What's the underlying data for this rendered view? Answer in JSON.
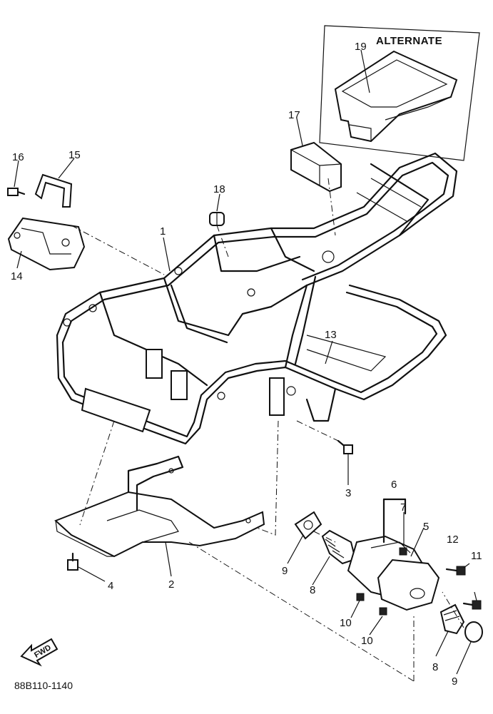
{
  "diagram": {
    "alternate_label": "ALTERNATE",
    "part_code": "88B110-1140",
    "fwd_label": "FWD",
    "callouts": {
      "c1": "1",
      "c2": "2",
      "c3": "3",
      "c4": "4",
      "c5": "5",
      "c6": "6",
      "c7": "7",
      "c8a": "8",
      "c8b": "8",
      "c9a": "9",
      "c9b": "9",
      "c10a": "10",
      "c10b": "10",
      "c11": "11",
      "c12": "12",
      "c13": "13",
      "c14": "14",
      "c15": "15",
      "c16": "16",
      "c17": "17",
      "c18": "18",
      "c19": "19"
    }
  }
}
